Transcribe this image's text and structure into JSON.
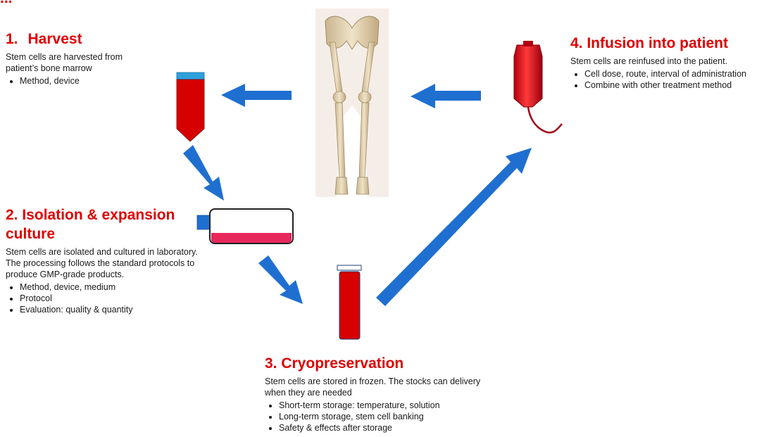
{
  "header_fragment": "...",
  "colors": {
    "heading_red": "#e00000",
    "arrow_blue": "#1f6fd1",
    "blood_red": "#d60000",
    "cap_blue": "#2ea0dc",
    "media_pink": "#e8275a"
  },
  "steps": [
    {
      "number": "1.",
      "title": "Harvest",
      "description": "Stem cells are harvested from patient’s bone marrow",
      "bullets": [
        "Method, device"
      ]
    },
    {
      "title": "2. Isolation & expansion culture",
      "description": "Stem cells are isolated and cultured in laboratory. The processing follows the standard protocols to produce GMP-grade products.",
      "bullets": [
        "Method, device, medium",
        "Protocol",
        "Evaluation: quality & quantity"
      ]
    },
    {
      "title": "3. Cryopreservation",
      "description": "Stem cells are stored in frozen. The stocks can delivery when they are needed",
      "bullets": [
        "Short-term storage: temperature, solution",
        "Long-term storage, stem cell banking",
        "Safety & effects after storage"
      ]
    },
    {
      "title": "4. Infusion into patient",
      "description": "Stem cells are reinfused into the patient.",
      "bullets": [
        "Cell dose, route, interval of administration",
        "Combine with other treatment method"
      ]
    }
  ],
  "icons": [
    "legs-skeleton-icon",
    "collection-tube-icon",
    "culture-flask-icon",
    "cryo-vial-icon",
    "blood-bag-icon",
    "flow-arrow-icon"
  ]
}
